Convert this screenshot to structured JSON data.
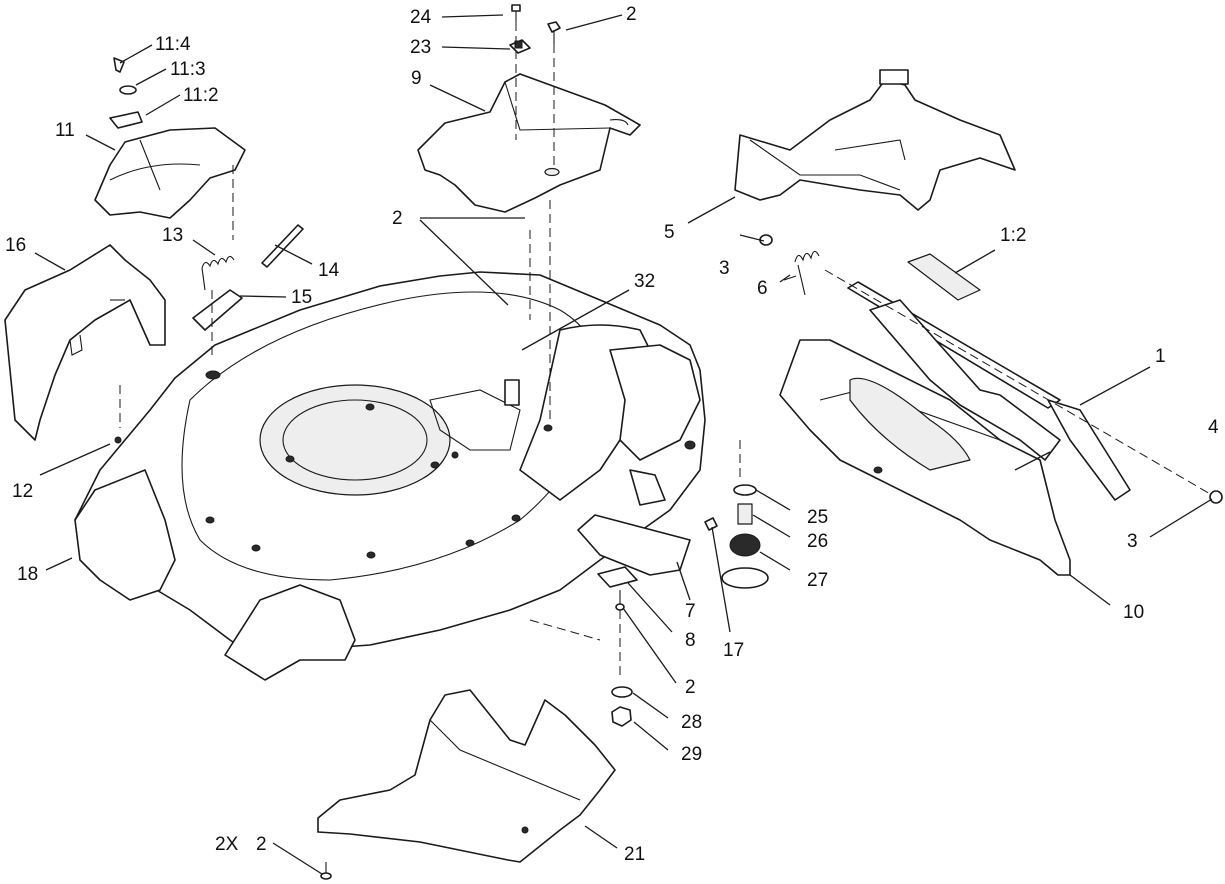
{
  "callouts": [
    {
      "id": "c-24",
      "text": "24"
    },
    {
      "id": "c-2a",
      "text": "2"
    },
    {
      "id": "c-23",
      "text": "23"
    },
    {
      "id": "c-9",
      "text": "9"
    },
    {
      "id": "c-11-4",
      "text": "11:4"
    },
    {
      "id": "c-11-3",
      "text": "11:3"
    },
    {
      "id": "c-11-2",
      "text": "11:2"
    },
    {
      "id": "c-11",
      "text": "11"
    },
    {
      "id": "c-5",
      "text": "5"
    },
    {
      "id": "c-2b",
      "text": "2"
    },
    {
      "id": "c-1-2",
      "text": "1:2"
    },
    {
      "id": "c-16",
      "text": "16"
    },
    {
      "id": "c-13",
      "text": "13"
    },
    {
      "id": "c-14",
      "text": "14"
    },
    {
      "id": "c-15",
      "text": "15"
    },
    {
      "id": "c-32",
      "text": "32"
    },
    {
      "id": "c-3a",
      "text": "3"
    },
    {
      "id": "c-6",
      "text": "6"
    },
    {
      "id": "c-1",
      "text": "1"
    },
    {
      "id": "c-4",
      "text": "4"
    },
    {
      "id": "c-3b",
      "text": "3"
    },
    {
      "id": "c-12",
      "text": "12"
    },
    {
      "id": "c-18",
      "text": "18"
    },
    {
      "id": "c-25",
      "text": "25"
    },
    {
      "id": "c-26",
      "text": "26"
    },
    {
      "id": "c-27",
      "text": "27"
    },
    {
      "id": "c-10",
      "text": "10"
    },
    {
      "id": "c-7",
      "text": "7"
    },
    {
      "id": "c-8",
      "text": "8"
    },
    {
      "id": "c-17",
      "text": "17"
    },
    {
      "id": "c-2c",
      "text": "2"
    },
    {
      "id": "c-28",
      "text": "28"
    },
    {
      "id": "c-29",
      "text": "29"
    },
    {
      "id": "c-2x",
      "text": "2X"
    },
    {
      "id": "c-2d",
      "text": "2"
    },
    {
      "id": "c-21",
      "text": "21"
    }
  ]
}
